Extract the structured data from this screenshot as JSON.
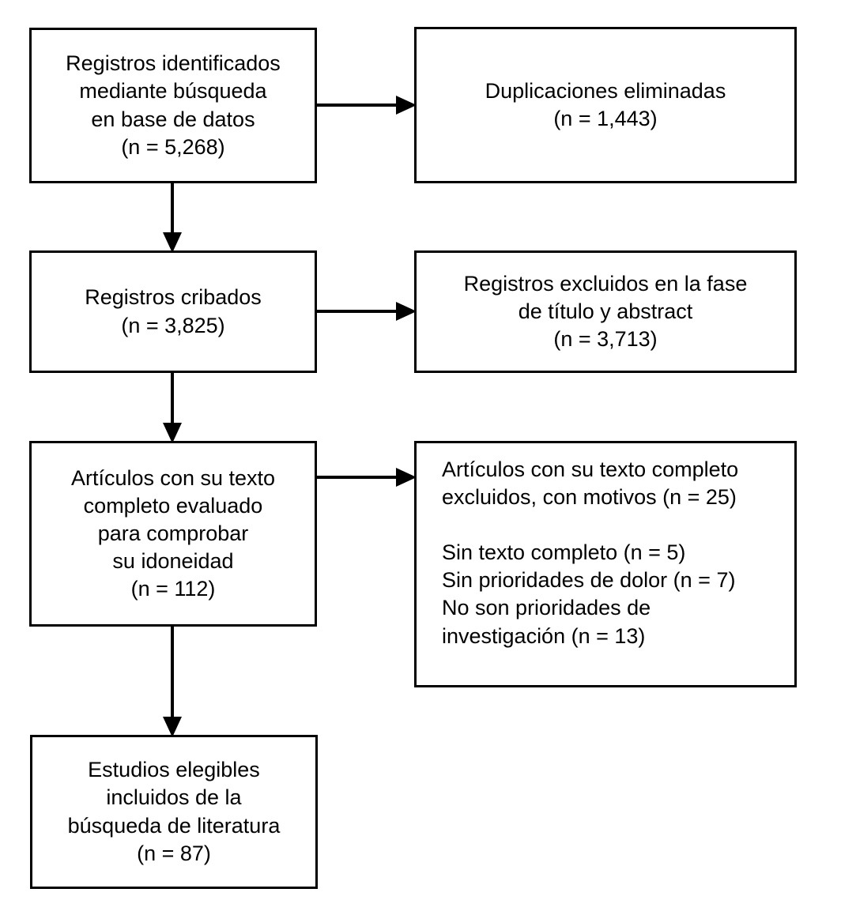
{
  "diagram": {
    "title": "PRISMA flow diagram",
    "language": "es",
    "stroke_color": "#000000",
    "background_color": "#ffffff",
    "boxes": [
      {
        "id": "identified",
        "name": "records-identified-box",
        "text": "Registros identificados\nmediante búsqueda\nen base de datos\n(n = 5,268)",
        "align": "center",
        "n_label": "(n = 5,268)",
        "n_value": 5268
      },
      {
        "id": "duplicates",
        "name": "duplicates-removed-box",
        "text": "Duplicaciones eliminadas\n(n = 1,443)",
        "align": "center",
        "n_label": "(n = 1,443)",
        "n_value": 1443
      },
      {
        "id": "screened",
        "name": "records-screened-box",
        "text": "Registros cribados\n(n = 3,825)",
        "align": "center",
        "n_label": "(n = 3,825)",
        "n_value": 3825
      },
      {
        "id": "excluded_title_abstract",
        "name": "records-excluded-title-abstract-box",
        "text": "Registros excluidos en la fase\nde título y abstract\n(n = 3,713)",
        "align": "center",
        "n_label": "(n = 3,713)",
        "n_value": 3713
      },
      {
        "id": "fulltext_assessed",
        "name": "fulltext-assessed-box",
        "text": "Artículos con su texto\ncompleto evaluado\npara comprobar\nsu idoneidad\n(n = 112)",
        "align": "center",
        "n_label": "(n = 112)",
        "n_value": 112
      },
      {
        "id": "fulltext_excluded",
        "name": "fulltext-excluded-reasons-box",
        "text": "Artículos con su texto completo\nexcluidos, con motivos (n = 25)\n\nSin texto completo (n = 5)\nSin prioridades de dolor (n = 7)\nNo son prioridades de\ninvestigación (n = 13)",
        "align": "left",
        "n_label": "(n = 25)",
        "n_value": 25,
        "reasons": [
          {
            "label": "Sin texto completo",
            "n_label": "(n = 5)",
            "n_value": 5
          },
          {
            "label": "Sin prioridades de dolor",
            "n_label": "(n = 7)",
            "n_value": 7
          },
          {
            "label": "No son prioridades de investigación",
            "n_label": "(n = 13)",
            "n_value": 13
          }
        ]
      },
      {
        "id": "included",
        "name": "studies-included-box",
        "text": "Estudios elegibles\nincluidos de la\nbúsqueda de literatura\n(n = 87)",
        "align": "center",
        "n_label": "(n = 87)",
        "n_value": 87
      }
    ],
    "connectors": [
      {
        "id": "identified_to_duplicates",
        "name": "arrow-identified-to-duplicates",
        "direction": "right"
      },
      {
        "id": "identified_to_screened",
        "name": "arrow-identified-to-screened",
        "direction": "down"
      },
      {
        "id": "screened_to_excluded",
        "name": "arrow-screened-to-excluded",
        "direction": "right"
      },
      {
        "id": "screened_to_fulltext",
        "name": "arrow-screened-to-fulltext",
        "direction": "down"
      },
      {
        "id": "fulltext_to_excluded",
        "name": "arrow-fulltext-to-excluded",
        "direction": "right"
      },
      {
        "id": "fulltext_to_included",
        "name": "arrow-fulltext-to-included",
        "direction": "down"
      }
    ]
  }
}
